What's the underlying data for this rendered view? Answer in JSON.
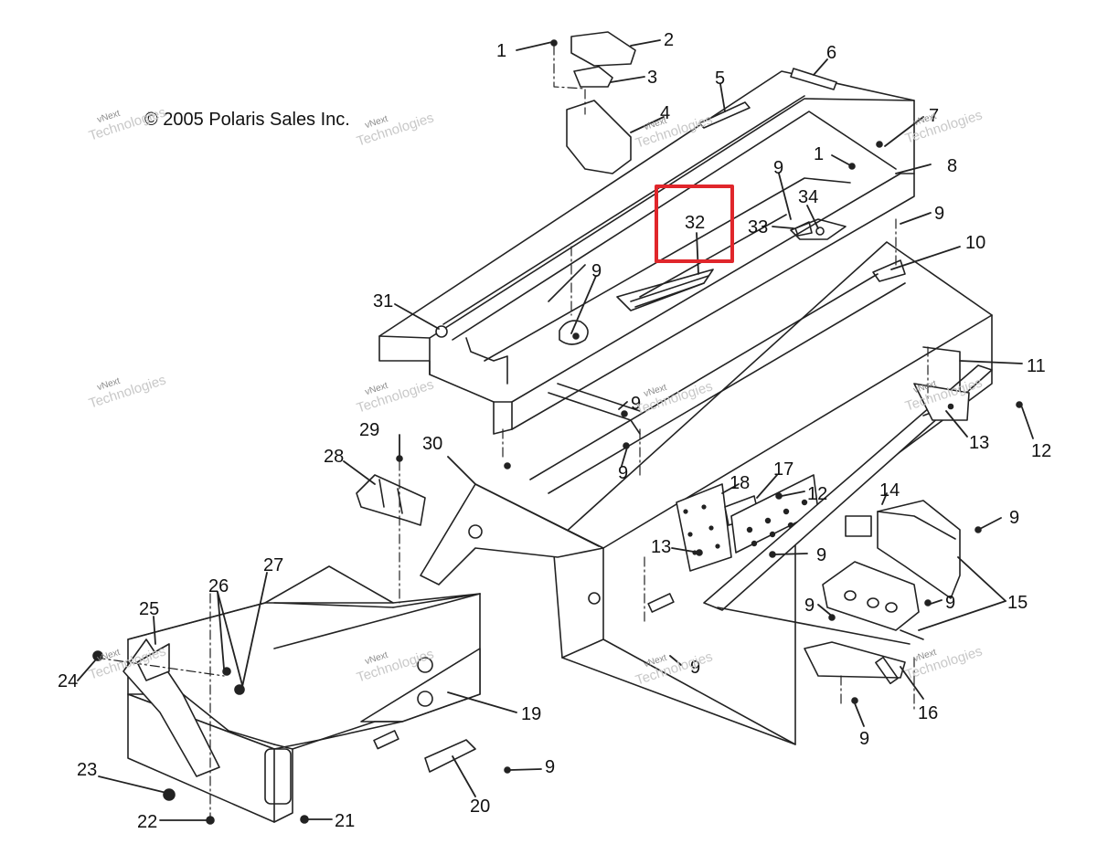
{
  "copyright": "© 2005 Polaris Sales Inc.",
  "watermark": {
    "line1": "vNext",
    "line2": "Technologies"
  },
  "highlight_color": "#e0262b",
  "callouts": {
    "c1a": "1",
    "c2": "2",
    "c3": "3",
    "c4": "4",
    "c5": "5",
    "c6": "6",
    "c7": "7",
    "c8": "8",
    "c1b": "1",
    "c9a": "9",
    "c34": "34",
    "c33": "33",
    "c9b": "9",
    "c10": "10",
    "c32": "32",
    "c9c": "9",
    "c31": "31",
    "c11": "11",
    "c9d": "9",
    "c13a": "13",
    "c12a": "12",
    "c9e": "9",
    "c29": "29",
    "c30": "30",
    "c28": "28",
    "c18": "18",
    "c17": "17",
    "c12b": "12",
    "c14": "14",
    "c9f": "9",
    "c13b": "13",
    "c9g": "9",
    "c27": "27",
    "c26": "26",
    "c25": "25",
    "c9h": "9",
    "c9i": "9",
    "c15": "15",
    "c24": "24",
    "c9j": "9",
    "c16": "16",
    "c19": "19",
    "c9k": "9",
    "c9l": "9",
    "c23": "23",
    "c20": "20",
    "c22": "22",
    "c21": "21"
  }
}
